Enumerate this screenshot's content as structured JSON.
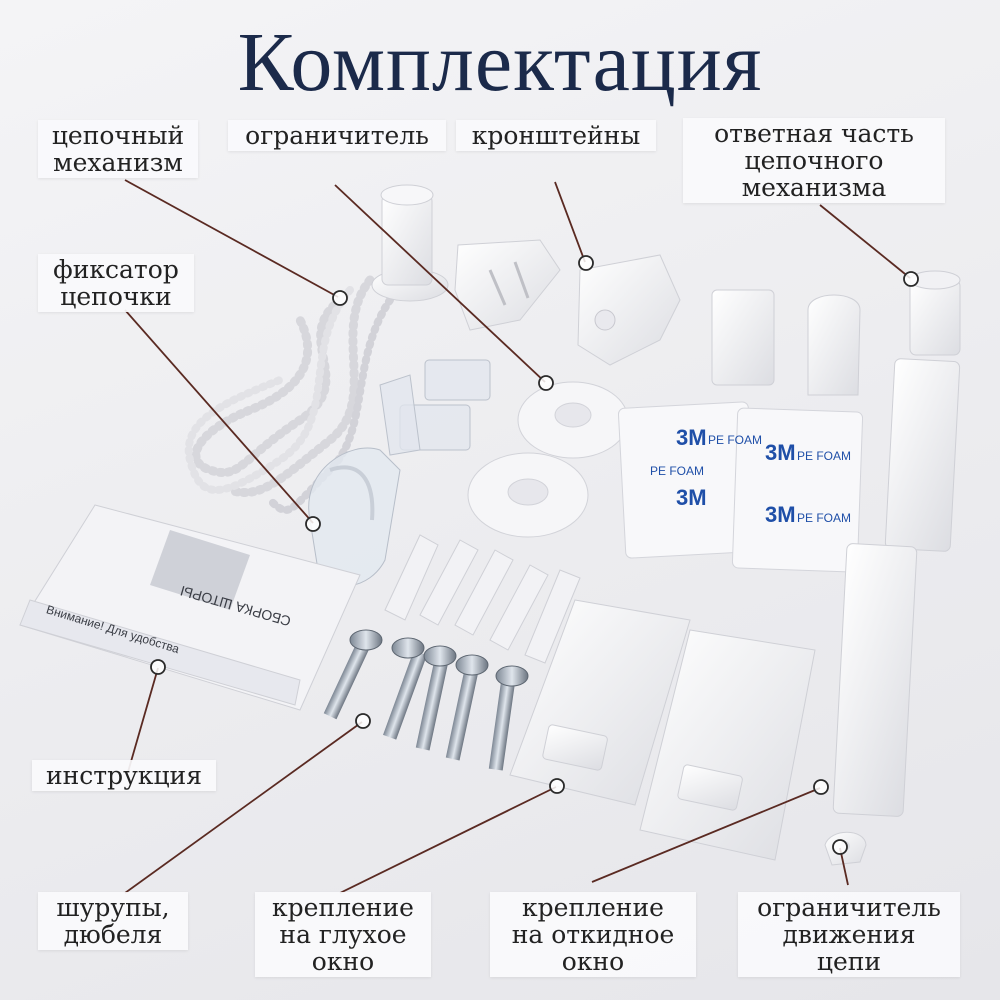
{
  "title": "Комплектация",
  "labels": {
    "chain_mechanism": [
      "цепочный",
      "механизм"
    ],
    "limiter": [
      "ограничитель"
    ],
    "brackets": [
      "кронштейны"
    ],
    "counter_part": [
      "ответная часть",
      "цепочного",
      "механизма"
    ],
    "chain_lock": [
      "фиксатор",
      "цепочки"
    ],
    "instruction": [
      "инструкция"
    ],
    "screws": [
      "шурупы,",
      "дюбеля"
    ],
    "fixed_window": [
      "крепление",
      "на глухое",
      "окно"
    ],
    "tilt_window": [
      "крепление",
      "на откидное",
      "окно"
    ],
    "chain_limiter": [
      "ограничитель",
      "движения",
      "цепи"
    ]
  },
  "tape_text": {
    "brand": "3M",
    "product": "PE FOAM"
  },
  "booklet_text": {
    "heading": "СБОРКА ШТОРЫ",
    "warning": "Внимание! Для удобства"
  },
  "colors": {
    "title": "#1b2a4a",
    "leader_line": "#5a2a22",
    "tape_brand": "#1f4fa8"
  }
}
